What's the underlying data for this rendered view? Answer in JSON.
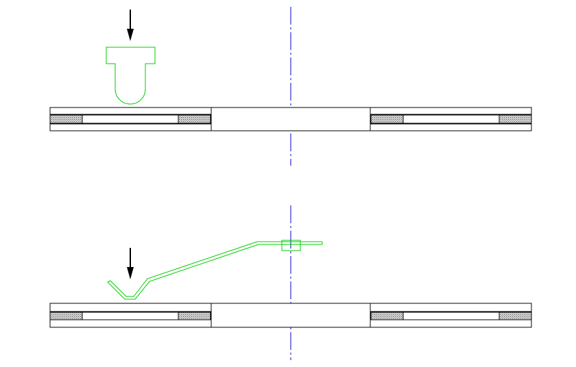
{
  "colors": {
    "background": "#ffffff",
    "outline": "#000000",
    "centerline": "#0000cc",
    "part": "#00cc00",
    "hatch_fill": "#d7d7d7",
    "hatch_dot": "#555555"
  },
  "panels": [
    {
      "id": "top",
      "arrow": "down-arrow-icon",
      "punch": "rounded-punch-tool",
      "workpiece": "die-assembly"
    },
    {
      "id": "bottom",
      "arrow": "down-arrow-icon",
      "part": "bent-sheet-part",
      "workpiece": "die-assembly"
    }
  ]
}
